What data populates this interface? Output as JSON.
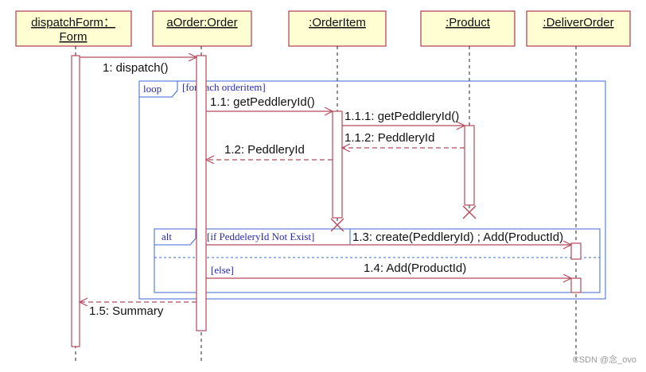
{
  "participants": [
    {
      "id": "dispatchForm",
      "line1": "dispatchForm：",
      "line2": "Form"
    },
    {
      "id": "aOrder",
      "line1": "aOrder:Order"
    },
    {
      "id": "orderItem",
      "line1": ":OrderItem"
    },
    {
      "id": "product",
      "line1": ":Product"
    },
    {
      "id": "deliverOrder",
      "line1": ":DeliverOrder"
    }
  ],
  "messages": [
    {
      "id": "m1",
      "label": "1: dispatch()",
      "kind": "call"
    },
    {
      "id": "m11",
      "label": "1.1: getPeddleryId()",
      "kind": "call"
    },
    {
      "id": "m111",
      "label": "1.1.1: getPeddleryId()",
      "kind": "call"
    },
    {
      "id": "m112",
      "label": "1.1.2: PeddleryId",
      "kind": "return"
    },
    {
      "id": "m12",
      "label": "1.2: PeddleryId",
      "kind": "return"
    },
    {
      "id": "m13",
      "label": "1.3: create(PeddleryId) ; Add(ProductId)",
      "kind": "call"
    },
    {
      "id": "m14",
      "label": "1.4: Add(ProductId)",
      "kind": "call"
    },
    {
      "id": "m15",
      "label": "1.5: Summary",
      "kind": "return"
    }
  ],
  "fragments": {
    "loop": {
      "operator": "loop",
      "guard": "[for each orderitem]"
    },
    "alt": {
      "operator": "alt",
      "guard1": "[if PeddeleryId Not Exist]",
      "guard2": "[else]"
    }
  },
  "colors": {
    "participant_fill": "#fefed2",
    "participant_border": "#b44a5c",
    "line": "#b44a5c",
    "fragment": "#3c6ad0",
    "fragment_text": "#2a2ab0",
    "text": "#111111",
    "underline": "#4a7a4a"
  },
  "watermark": "CSDN @念_ovo"
}
